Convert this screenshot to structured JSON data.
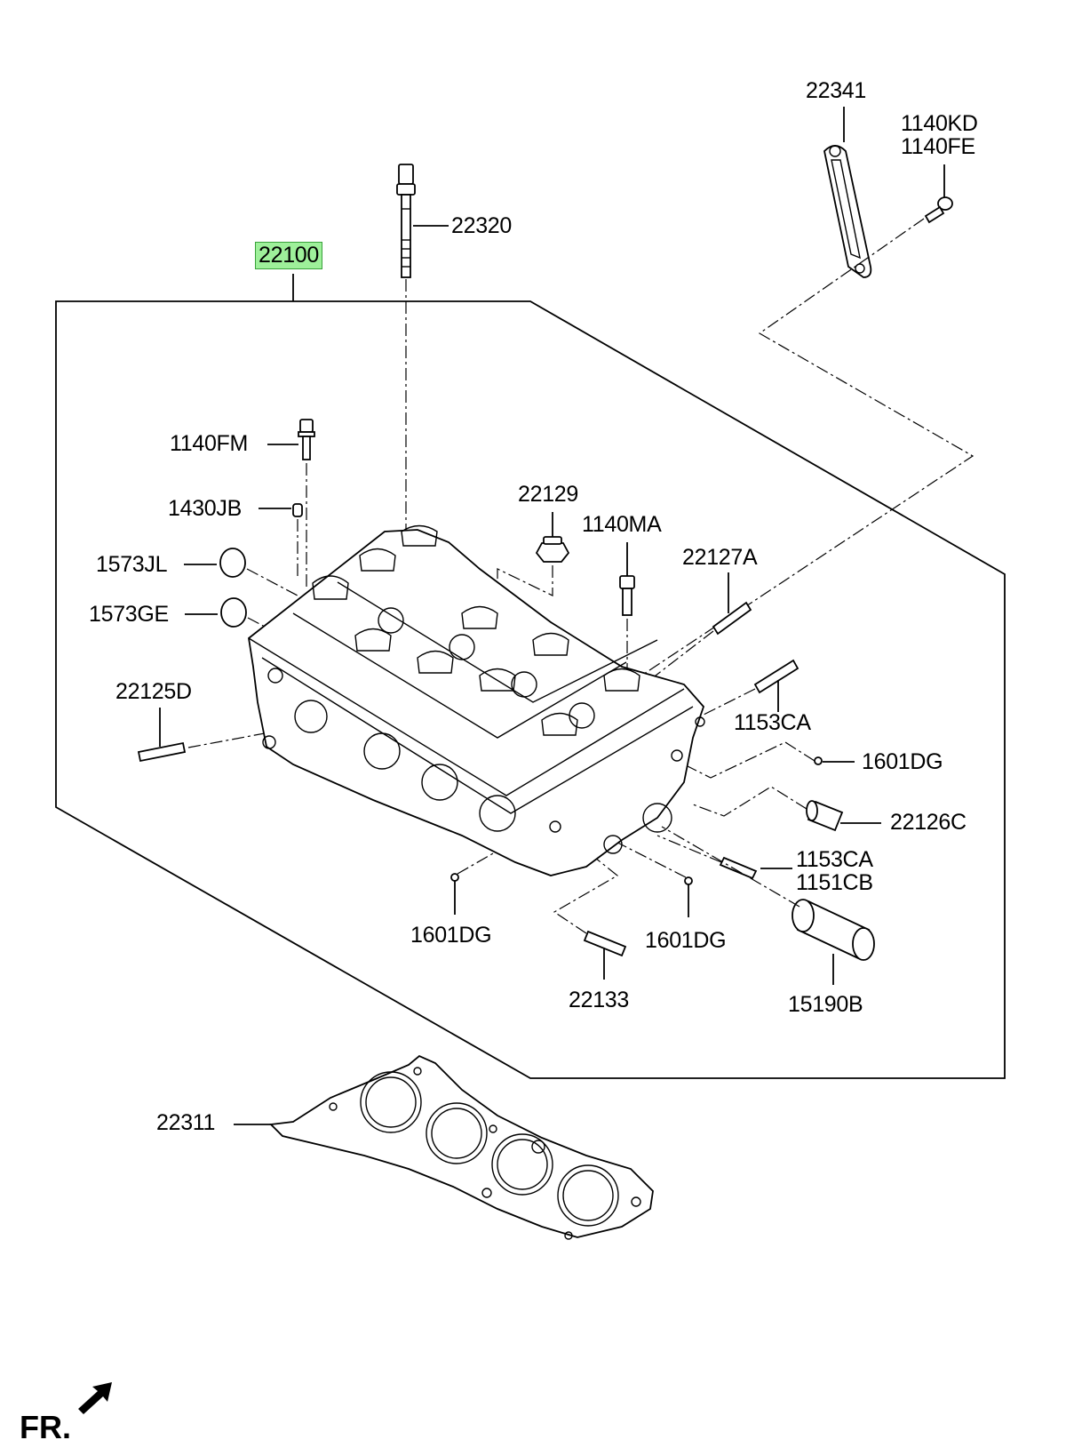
{
  "diagram": {
    "highlight_color": "#9ef09a",
    "direction_label": "FR.",
    "direction_icon": "arrow-icon",
    "parts": [
      {
        "id": "p22341",
        "label": "22341"
      },
      {
        "id": "p1140kd",
        "label": "1140KD"
      },
      {
        "id": "p1140fe",
        "label": "1140FE"
      },
      {
        "id": "p22320",
        "label": "22320"
      },
      {
        "id": "p22100",
        "label": "22100",
        "highlighted": true
      },
      {
        "id": "p1140fm",
        "label": "1140FM"
      },
      {
        "id": "p1430jb",
        "label": "1430JB"
      },
      {
        "id": "p1573jl",
        "label": "1573JL"
      },
      {
        "id": "p1573ge",
        "label": "1573GE"
      },
      {
        "id": "p22129",
        "label": "22129"
      },
      {
        "id": "p1140ma",
        "label": "1140MA"
      },
      {
        "id": "p22127a",
        "label": "22127A"
      },
      {
        "id": "p22125d",
        "label": "22125D"
      },
      {
        "id": "p1153ca_a",
        "label": "1153CA"
      },
      {
        "id": "p1601dg_a",
        "label": "1601DG"
      },
      {
        "id": "p22126c",
        "label": "22126C"
      },
      {
        "id": "p1153ca_b",
        "label": "1153CA"
      },
      {
        "id": "p1151cb",
        "label": "1151CB"
      },
      {
        "id": "p1601dg_b",
        "label": "1601DG"
      },
      {
        "id": "p1601dg_c",
        "label": "1601DG"
      },
      {
        "id": "p22133",
        "label": "22133"
      },
      {
        "id": "p15190b",
        "label": "15190B"
      },
      {
        "id": "p22311",
        "label": "22311"
      }
    ]
  }
}
